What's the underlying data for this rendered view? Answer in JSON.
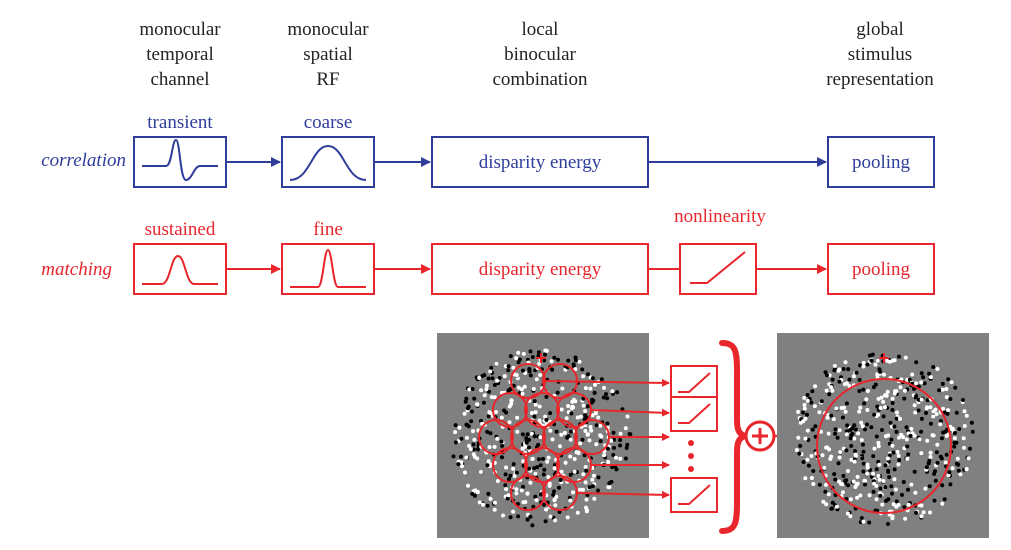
{
  "headers": {
    "col1": [
      "monocular",
      "temporal",
      "channel"
    ],
    "col2": [
      "monocular",
      "spatial",
      "RF"
    ],
    "col3": [
      "local",
      "binocular",
      "combination"
    ],
    "col4": [
      "global",
      "stimulus",
      "representation"
    ]
  },
  "correlation_row": {
    "row_label": "correlation",
    "temporal_label": "transient",
    "spatial_label": "coarse",
    "energy_label": "disparity energy",
    "pooling_label": "pooling"
  },
  "matching_row": {
    "row_label": "matching",
    "temporal_label": "sustained",
    "spatial_label": "fine",
    "energy_label": "disparity energy",
    "nonlinearity_label": "nonlinearity",
    "pooling_label": "pooling"
  },
  "colors": {
    "correlation": "#2f3d9b",
    "matching": "#e8262b",
    "panel_gray": "#808080"
  },
  "icons": {
    "temporal_correlation": "biphasic-transient-curve-icon",
    "temporal_matching": "gaussian-bump-icon",
    "spatial_correlation": "broad-gaussian-icon",
    "spatial_matching": "narrow-gaussian-icon",
    "nonlinearity": "rectifier-ramp-icon",
    "sum": "circled-plus-icon"
  }
}
